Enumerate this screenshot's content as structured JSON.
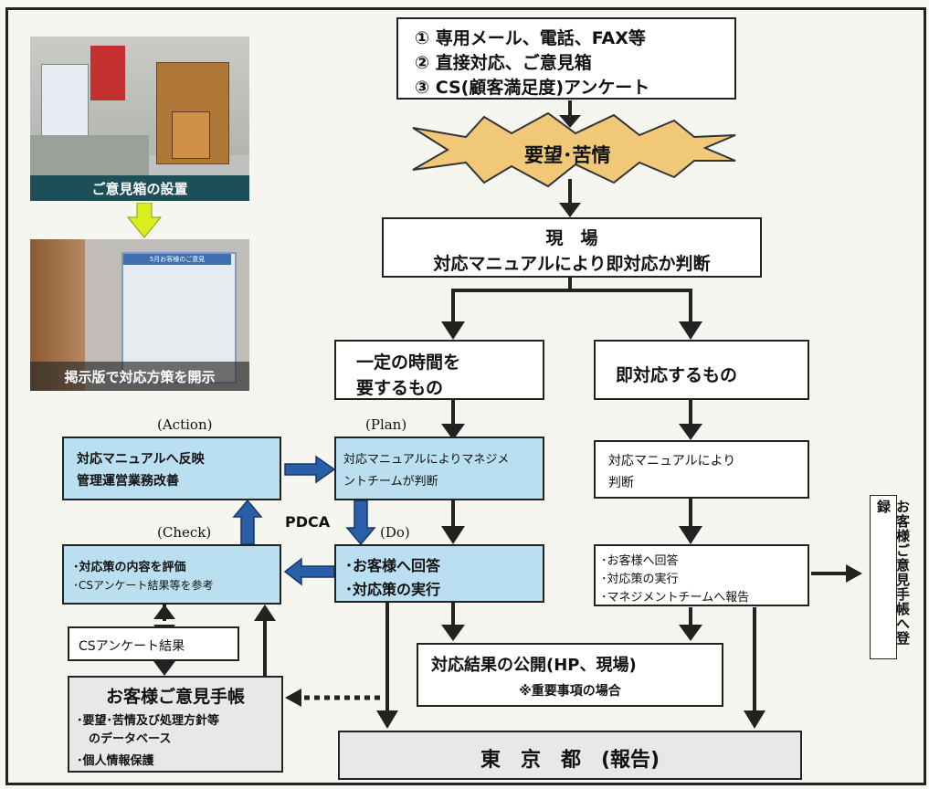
{
  "channels": {
    "line1": "① 専用メール、電話、FAX等",
    "line2": "② 直接対応、ご意見箱",
    "line3": "③ CS(顧客満足度)アンケート"
  },
  "burst_label": "要望･苦情",
  "genba": {
    "title": "現　場",
    "text": "対応マニュアルにより即対応か判断"
  },
  "time_required": {
    "line1": "一定の時間を",
    "line2": "要するもの"
  },
  "immediate": "即対応するもの",
  "pdca": {
    "action_label": "(Action)",
    "plan_label": "(Plan)",
    "check_label": "(Check)",
    "do_label": "(Do)",
    "center_label": "PDCA",
    "action_line1": "対応マニュアルへ反映",
    "action_line2": "管理運営業務改善",
    "plan_line1": "対応マニュアルによりマネジメ",
    "plan_line2": "ントチームが判断",
    "check_line1": "･対応策の内容を評価",
    "check_line2": "･CSアンケート結果等を参考",
    "do_line1": "･お客様へ回答",
    "do_line2": "･対応策の実行"
  },
  "right_manual": {
    "line1": "対応マニュアルにより",
    "line2": "判断"
  },
  "right_actions": {
    "line1": "･お客様へ回答",
    "line2": "･対応策の実行",
    "line3": "･マネジメントチームへ報告"
  },
  "register_vertical": "お客様ご意見手帳へ登録",
  "cs_results": "CSアンケート結果",
  "notebook": {
    "title": "お客様ご意見手帳",
    "line1": "･要望･苦情及び処理方針等",
    "line2": "　のデータベース",
    "line3": "･個人情報保護"
  },
  "publish": {
    "line1": "対応結果の公開(HP、現場)",
    "line2": "※重要事項の場合"
  },
  "tokyo": "東　京　都　(報告)",
  "photos": {
    "caption1": "ご意見箱の設置",
    "caption2": "掲示版で対応方策を開示",
    "poster_title": "5月お客様のご意見"
  },
  "colors": {
    "pdca_box": "#b9dff0",
    "pdca_arrow": "#2a5fa8",
    "burst": "#f0c878",
    "photo_arrow": "#d8f020"
  }
}
